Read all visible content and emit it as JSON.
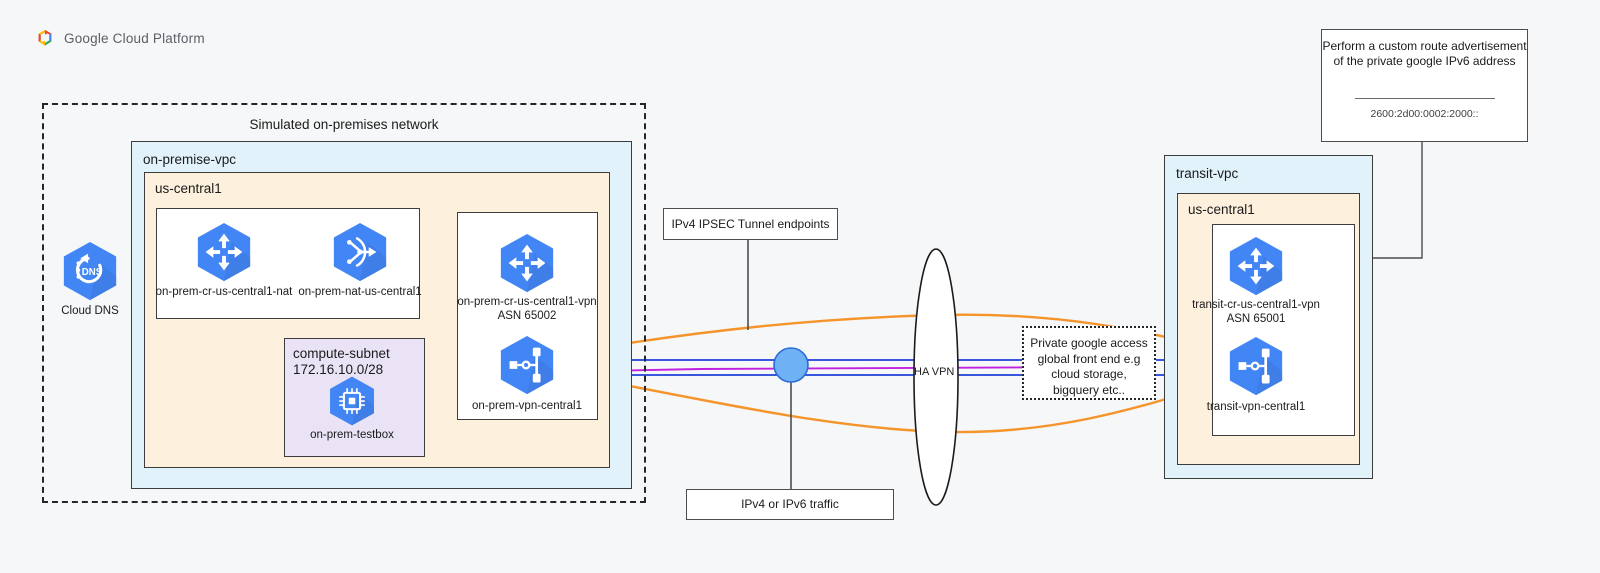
{
  "header": {
    "logo_icon": "google-cloud-logo-icon",
    "title": "Google Cloud Platform"
  },
  "onprem": {
    "outer_title": "Simulated on-premises network",
    "vpc_title": "on-premise-vpc",
    "region_title": "us-central1",
    "cloud_dns": {
      "icon": "cloud-dns-icon",
      "label": "Cloud DNS"
    },
    "routers_group": {
      "router_nat": {
        "icon": "cloud-router-icon",
        "label": "on-prem-cr-us-central1-nat"
      },
      "nat_gateway": {
        "icon": "cloud-nat-icon",
        "label": "on-prem-nat-us-central1"
      }
    },
    "vpn_group": {
      "router_vpn": {
        "icon": "cloud-router-icon",
        "label": "on-prem-cr-us-central1-vpn",
        "asn": "ASN 65002"
      },
      "vpn_gateway": {
        "icon": "vpn-gateway-icon",
        "label": "on-prem-vpn-central1"
      }
    },
    "subnet": {
      "name": "compute-subnet",
      "cidr": "172.16.10.0/28",
      "vm": {
        "icon": "compute-instance-icon",
        "label": "on-prem-testbox"
      }
    }
  },
  "annotations": {
    "ipsec_endpoints": "IPv4 IPSEC Tunnel endpoints",
    "traffic": "IPv4 or IPv6 traffic",
    "ha_vpn": "HA VPN",
    "private_google_access": "Private google access global front end e.g cloud storage, bigquery etc..",
    "custom_route": {
      "text": "Perform a custom route advertisement of the private google IPv6 address",
      "address": "2600:2d00:0002:2000::"
    }
  },
  "transit": {
    "vpc_title": "transit-vpc",
    "region_title": "us-central1",
    "router_vpn": {
      "icon": "cloud-router-icon",
      "label": "transit-cr-us-central1-vpn",
      "asn": "ASN 65001"
    },
    "vpn_gateway": {
      "icon": "vpn-gateway-icon",
      "label": "transit-vpn-central1"
    }
  },
  "colors": {
    "vpc_blue": "#e1f2fb",
    "region_cream": "#fdf0dc",
    "subnet_purple": "#eae3f5",
    "node_blue": "#4285f4",
    "link_orange": "#f5942a",
    "link_blue": "#1f3fd8",
    "link_purple": "#c020e0",
    "circle_blue": "#6fb1f5"
  }
}
